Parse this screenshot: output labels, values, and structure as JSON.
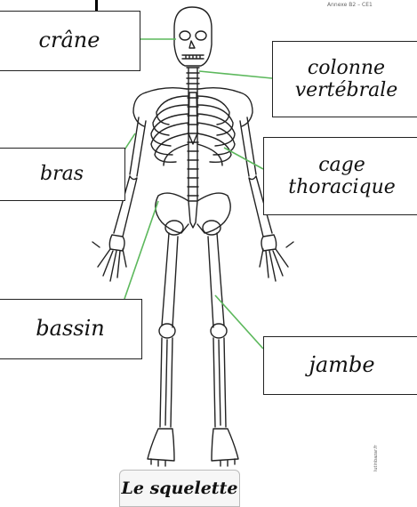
{
  "labels": {
    "crane": "crâne",
    "colonne_line1": "colonne",
    "colonne_line2": "vertébrale",
    "bras": "bras",
    "cage_line1": "cage",
    "cage_line2": "thoracique",
    "bassin": "bassin",
    "jambe": "jambe"
  },
  "title": "Le squelette",
  "corner_reference": "Annexe B2 – CE1",
  "side_credit": "lutinbazar.fr",
  "colors": {
    "leader_line": "#5cb85c",
    "bone_outline": "#222222"
  }
}
